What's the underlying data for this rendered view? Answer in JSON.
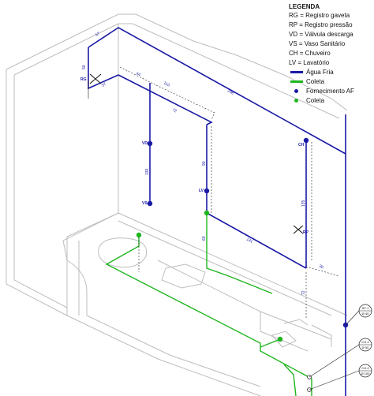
{
  "legend": {
    "title": "LEGENDA",
    "codes": [
      "RG = Registro gaveta",
      "RP = Registro pressão",
      "VD = Válvula descarga",
      "VS = Vaso Sanitário",
      "CH = Chuveiro",
      "LV = Lavatório"
    ],
    "lines": [
      {
        "label": "Água Fria",
        "color": "#1a1aa6"
      },
      {
        "label": "Coleta",
        "color": "#1fb51f"
      }
    ],
    "dots": [
      {
        "label": "Fornecimento AF",
        "color": "#1a1aa6"
      },
      {
        "label": "Coleta",
        "color": "#1fb51f"
      }
    ]
  },
  "points": {
    "rg": "RG",
    "vd": "VD",
    "vs": "VS",
    "lv": "LV",
    "ch": "CH",
    "rp": "RP"
  },
  "dimensions": {
    "d57_top": "57",
    "d50": "50",
    "d57_low": "57",
    "d44": "44",
    "d110": "110",
    "d298": "298",
    "d72_diag": "72",
    "d130": "130",
    "d90": "90",
    "d135": "135",
    "d60": "60",
    "d131": "131",
    "d30": "30",
    "d72_vert": "72"
  },
  "tags": [
    {
      "top": "AF-1",
      "bottom": "Ø 40"
    },
    {
      "top": "CG-1",
      "bottom": "Ø 50"
    },
    {
      "top": "CG-2",
      "bottom": "Ø 100"
    }
  ]
}
